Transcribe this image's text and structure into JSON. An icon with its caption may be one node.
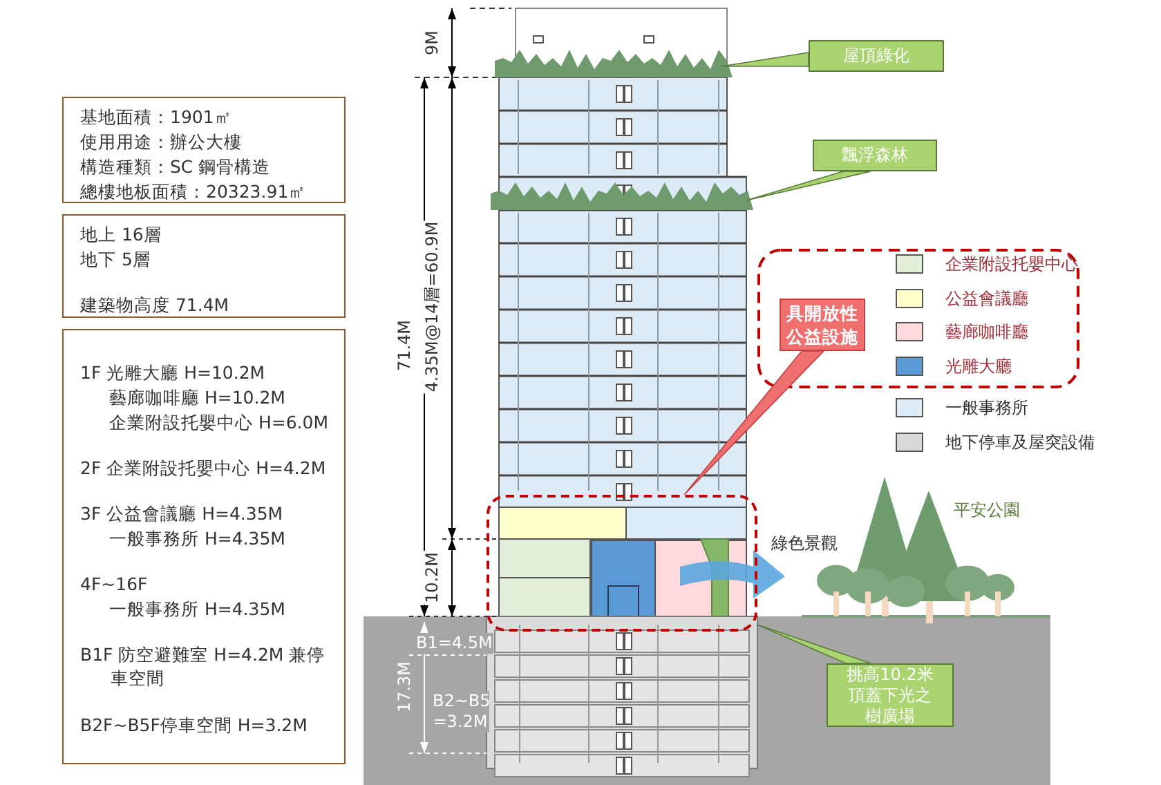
{
  "diagram": {
    "nodes": [
      {
        "text": [
          "基地面積：1901㎡",
          "使用用途：辦公大樓",
          "構造種類：SC 鋼骨構造",
          "總樓地板面積：20323.91㎡"
        ]
      },
      {
        "text": [
          "地上 16層",
          "地下 5層",
          "建築物高度 71.4M"
        ]
      },
      {
        "text": [
          "1F 光雕大廳 H=10.2M",
          "藝廊咖啡廳 H=10.2M",
          "企業附設托嬰中心 H=6.0M",
          "2F 企業附設托嬰中心 H=4.2M",
          "3F 公益會議廳 H=4.35M",
          "一般事務所 H=4.35M",
          "4F~16F",
          "一般事務所 H=4.35M",
          "B1F 防空避難室 H=4.2M 兼停車空間",
          "B2F~B5F停車空間 H=3.2M"
        ]
      },
      {
        "text": [
          "屋頂綠化"
        ]
      },
      {
        "text": [],
        "shape": "picture"
      },
      {
        "text": [
          "飄浮森林"
        ]
      },
      {
        "text": [],
        "shape": "picture"
      },
      {
        "text": [
          "具開放性公益設施"
        ]
      },
      {
        "text": [],
        "shape": "box",
        "beside": [
          "綠色景觀"
        ]
      },
      {
        "text": [
          "挑高10.2米頂蓋下光之樹廣場"
        ]
      }
    ],
    "edges": [
      {
        "from": 3,
        "to": 4,
        "arrow": "none"
      },
      {
        "from": 5,
        "to": 6,
        "arrow": "none"
      },
      {
        "from": 7,
        "to": 8,
        "arrow": "none"
      },
      {
        "from": 9,
        "to": 8,
        "arrow": "none"
      }
    ],
    "labels": [
      "9M",
      "71.4M",
      "4.35M@14層=60.9M",
      "10.2M",
      "B1=4.5M",
      "17.3M",
      "B2~B5 =3.2M",
      "平安公園"
    ],
    "legend": [
      {
        "text": "企業附設托嬰中心",
        "color": "#e2f0d9"
      },
      {
        "text": "公益會議廳",
        "color": "#ffffcc"
      },
      {
        "text": "藝廊咖啡廳",
        "color": "#ffd9dc"
      },
      {
        "text": "光雕大廳",
        "color": "#5b9bd5"
      },
      {
        "text": "一般事務所",
        "color": "#ddebf7"
      },
      {
        "text": "地下停車及屋突設備",
        "color": "#d9d9d9"
      }
    ]
  }
}
